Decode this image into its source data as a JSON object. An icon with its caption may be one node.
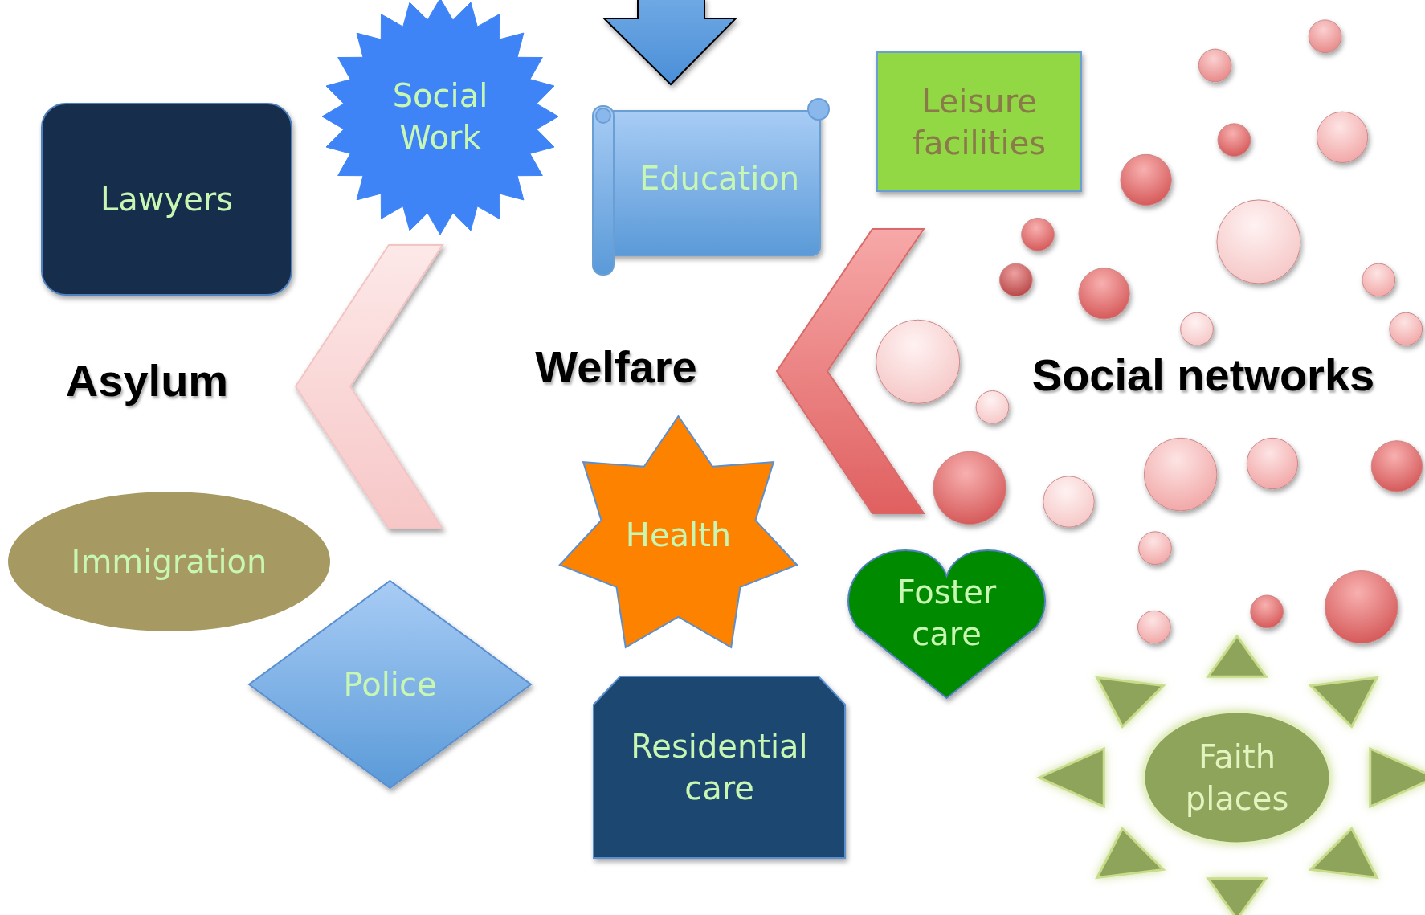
{
  "diagram": {
    "nodes": [
      {
        "text": [
          "Lawyers"
        ]
      },
      {
        "text": [
          "Social Work"
        ]
      },
      {
        "text": [
          "Education"
        ]
      },
      {
        "text": [
          "Leisure facilities"
        ]
      },
      {
        "text": [
          "Immigration"
        ]
      },
      {
        "text": [
          "Police"
        ]
      },
      {
        "text": [
          "Health"
        ]
      },
      {
        "text": [
          "Residential care"
        ]
      },
      {
        "text": [
          "Foster care"
        ]
      },
      {
        "text": [
          "Faith places"
        ]
      }
    ],
    "labels": [
      "Asylum",
      "Welfare",
      "Social networks"
    ]
  }
}
